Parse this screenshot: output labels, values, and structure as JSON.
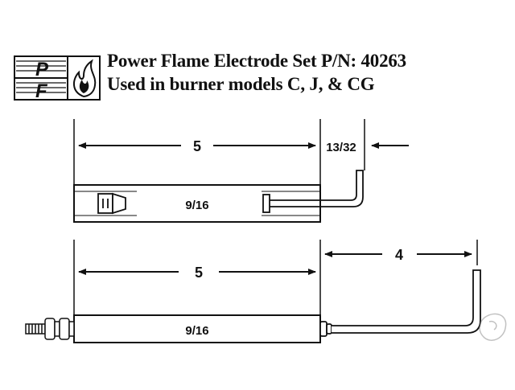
{
  "header": {
    "logo_letters": [
      "P",
      "F"
    ],
    "logo_icon": "flame-icon",
    "title": "Power Flame Electrode Set P/N: 40263",
    "subtitle": "Used in burner models C, J, & CG"
  },
  "top_drawing": {
    "length_label": "5",
    "gap_label": "13/32",
    "diameter_label": "9/16"
  },
  "bottom_drawing": {
    "length_label": "5",
    "rod_extension_label": "4",
    "diameter_label": "9/16"
  },
  "watermark": {
    "icon": "ebay-watermark-icon"
  },
  "colors": {
    "ink": "#111111",
    "background": "#ffffff"
  }
}
